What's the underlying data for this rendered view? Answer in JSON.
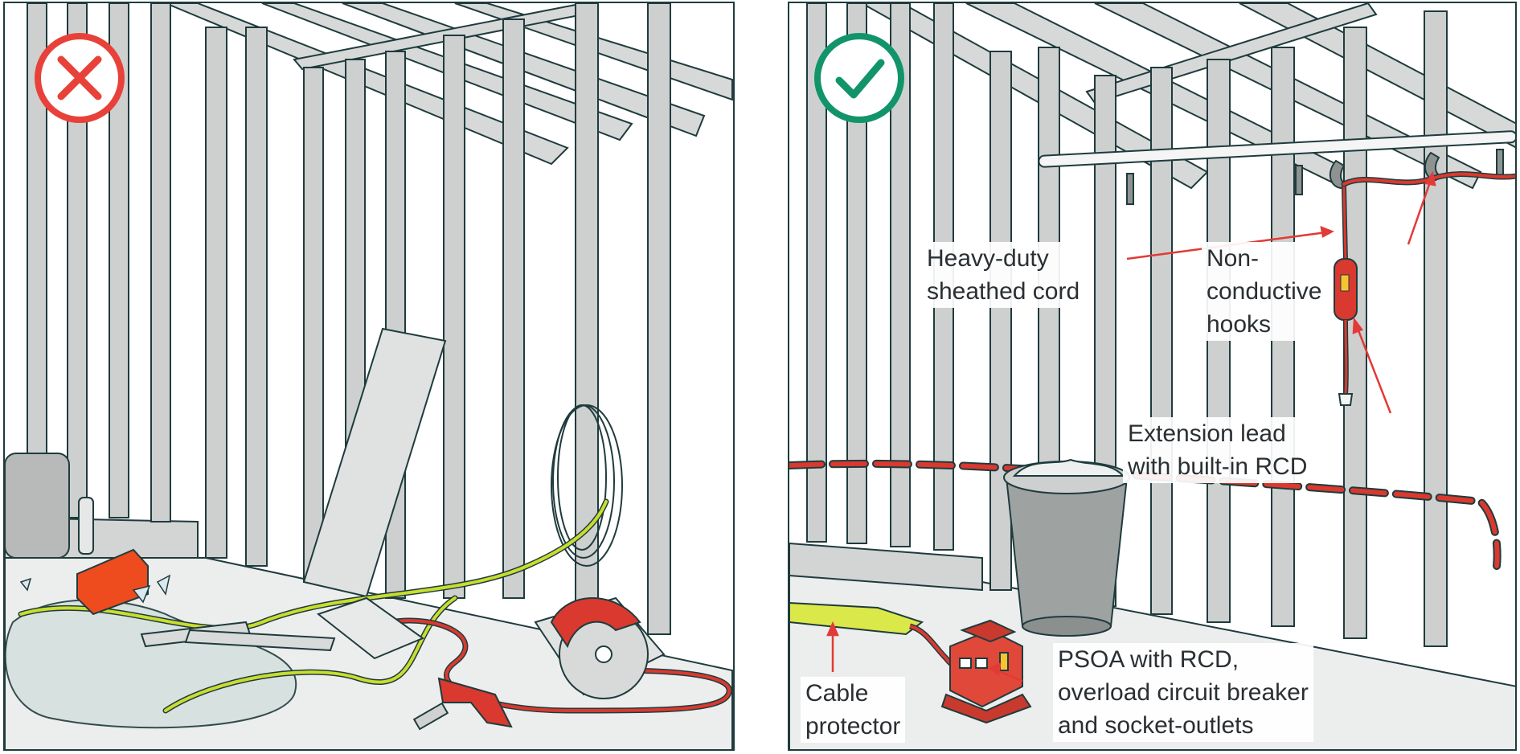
{
  "panels": {
    "wrong": {
      "badge_icon": "cross-icon",
      "badge_color": "#e8413a"
    },
    "right": {
      "badge_icon": "check-icon",
      "badge_color": "#12946b"
    }
  },
  "labels": {
    "heavy_duty": "Heavy-duty\nsheathed cord",
    "hooks": "Non-\nconductive\nhooks",
    "extension": "Extension lead\nwith built-in RCD",
    "cable_protector": "Cable\nprotector",
    "psoa": "PSOA with RCD,\noverload circuit breaker\nand socket-outlets"
  },
  "colors": {
    "cable_red": "#d9392f",
    "cable_yellow": "#c9dd2f",
    "frame_grey": "#c9ccc9",
    "outline": "#1f3b3d",
    "floor": "#eceeed",
    "arrow": "#e23a36"
  }
}
